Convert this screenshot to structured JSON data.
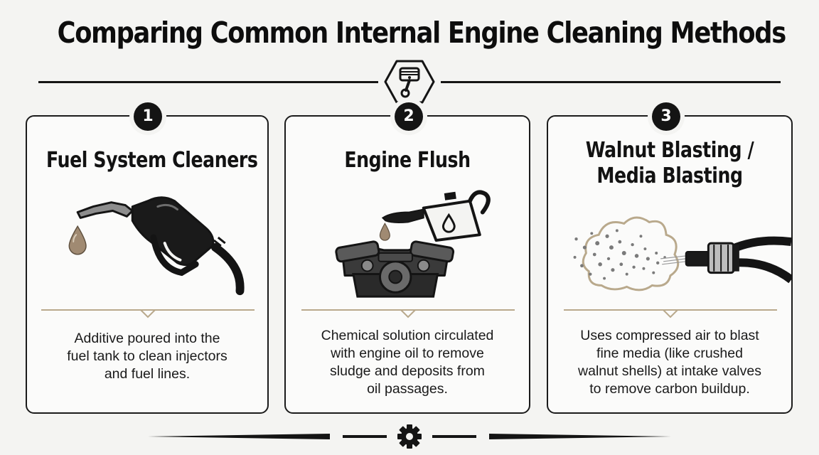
{
  "title": "Comparing Common Internal Engine Cleaning Methods",
  "icons": {
    "header": "piston-icon",
    "footer": "gear-icon"
  },
  "colors": {
    "ink": "#141414",
    "accent": "#b9a98c",
    "droplet": "#a08a72",
    "background": "#f4f4f2"
  },
  "methods": [
    {
      "number": "1",
      "title_lines": [
        "Fuel System Cleaners"
      ],
      "illustration": "fuel-nozzle-icon",
      "description_lines": [
        "Additive poured into the",
        "fuel tank to clean injectors",
        "and fuel lines."
      ]
    },
    {
      "number": "2",
      "title_lines": [
        "Engine Flush"
      ],
      "illustration": "oil-can-engine-icon",
      "description_lines": [
        "Chemical solution circulated",
        "with engine oil to remove",
        "sludge and deposits from",
        "oil passages."
      ]
    },
    {
      "number": "3",
      "title_lines": [
        "Walnut Blasting /",
        "Media Blasting"
      ],
      "illustration": "media-blast-nozzle-icon",
      "description_lines": [
        "Uses compressed air to blast",
        "fine media (like crushed",
        "walnut shells) at intake valves",
        "to remove carbon buildup."
      ]
    }
  ]
}
